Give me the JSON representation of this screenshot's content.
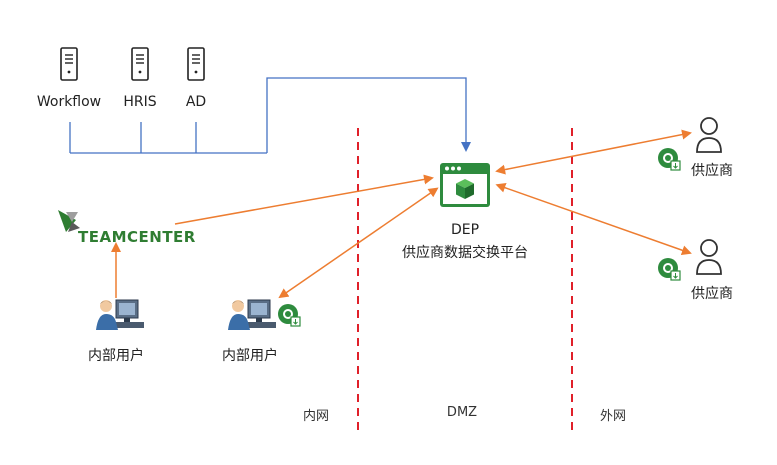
{
  "servers": [
    {
      "label": "Workflow"
    },
    {
      "label": "HRIS"
    },
    {
      "label": "AD"
    }
  ],
  "dep": {
    "name": "DEP",
    "subtitle": "供应商数据交换平台"
  },
  "teamcenter": {
    "logo_text": "TEAMCENTER"
  },
  "internal_users": [
    {
      "label": "内部用户"
    },
    {
      "label": "内部用户"
    }
  ],
  "suppliers": [
    {
      "label": "供应商"
    },
    {
      "label": "供应商"
    }
  ],
  "zones": {
    "intranet": "内网",
    "dmz": "DMZ",
    "extranet": "外网"
  },
  "colors": {
    "connector_blue": "#4472c4",
    "arrow_orange": "#ed7d31",
    "boundary_red": "#e0202a",
    "dep_green": "#2e8b3e"
  }
}
